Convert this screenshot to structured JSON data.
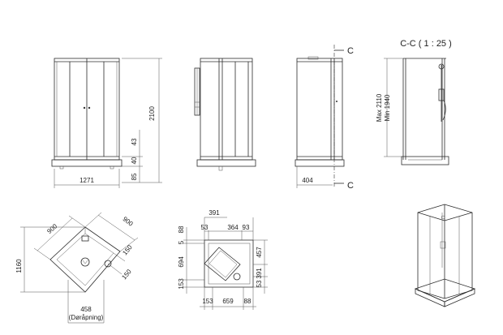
{
  "front_view": {
    "width_dim": "1271",
    "height_dim": "2100",
    "base_dim_a": "43",
    "base_dim_b": "40",
    "base_dim_c": "85"
  },
  "side_view": {},
  "section_view": {
    "depth_dim": "404",
    "cut_label_top": "C",
    "cut_label_bottom": "C"
  },
  "detail_cc": {
    "title": "C-C ( 1 : 25 )",
    "max_label": "Max 2110",
    "min_label": "Min 1940"
  },
  "plan_diagonal": {
    "side_a": "900",
    "side_b": "900",
    "height": "1160",
    "dim_150a": "150",
    "dim_150b": "150",
    "opening": "458",
    "opening_label": "(Døråpning)"
  },
  "plan_tray": {
    "top_391": "391",
    "top_53": "53",
    "top_364": "364",
    "top_93": "93",
    "left_88": "88",
    "left_5": "5",
    "left_694": "694",
    "left_153": "153",
    "right_457": "457",
    "right_53": "53",
    "right_391": "391",
    "bot_153": "153",
    "bot_659": "659",
    "bot_88": "88"
  }
}
